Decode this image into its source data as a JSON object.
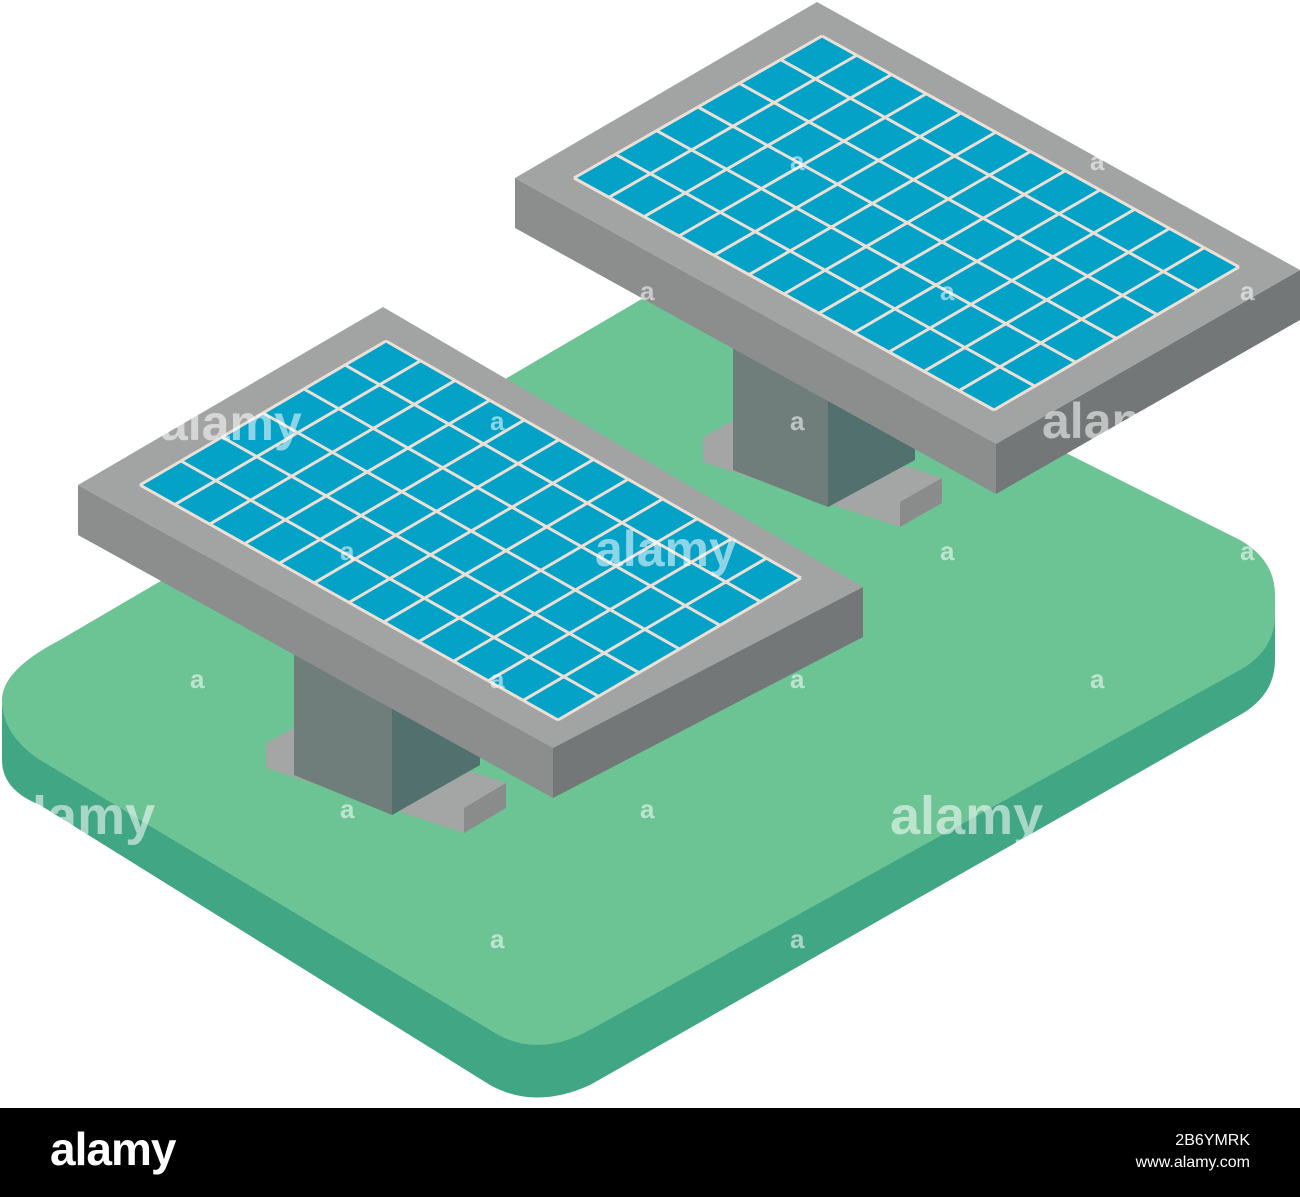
{
  "colors": {
    "ground_top": "#6cc393",
    "ground_side": "#40a683",
    "frame_top": "#a2a4a3",
    "frame_side_left": "#8c8d8d",
    "frame_side_right": "#737777",
    "cell_blue": "#04a2c7",
    "grid_line": "#ecdfd6",
    "post_light": "#6f7d7b",
    "post_dark": "#51706e",
    "base_light": "#a4a6a5",
    "base_dark": "#8a8c8c"
  },
  "watermark": {
    "text": "alamy",
    "mark": "a"
  },
  "footer": {
    "logo": "alamy",
    "image_id": "2B6YMRK",
    "site": "www.alamy.com"
  }
}
